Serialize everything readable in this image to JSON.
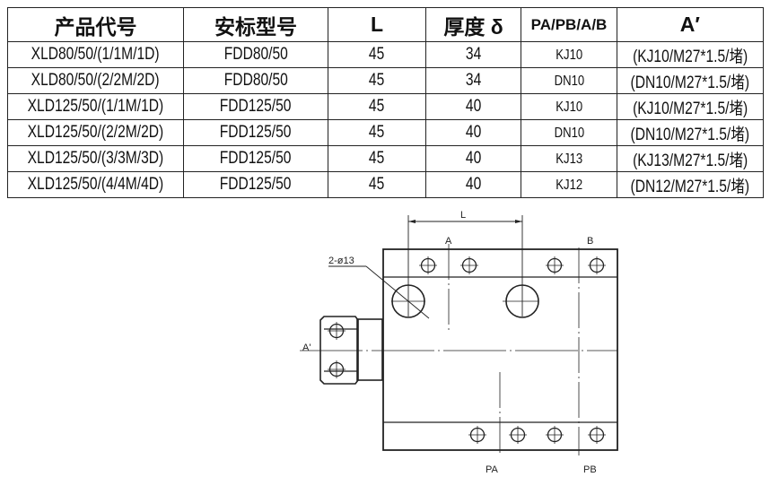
{
  "table": {
    "headers": [
      "产品代号",
      "安标型号",
      "L",
      "厚度 δ",
      "PA/PB/A/B",
      "A′"
    ],
    "rows": [
      [
        "XLD80/50/(1/1M/1D)",
        "FDD80/50",
        "45",
        "34",
        "KJ10",
        "(KJ10/M27*1.5/堵)"
      ],
      [
        "XLD80/50/(2/2M/2D)",
        "FDD80/50",
        "45",
        "34",
        "DN10",
        "(DN10/M27*1.5/堵)"
      ],
      [
        "XLD125/50/(1/1M/1D)",
        "FDD125/50",
        "45",
        "40",
        "KJ10",
        "(KJ10/M27*1.5/堵)"
      ],
      [
        "XLD125/50/(2/2M/2D)",
        "FDD125/50",
        "45",
        "40",
        "DN10",
        "(DN10/M27*1.5/堵)"
      ],
      [
        "XLD125/50/(3/3M/3D)",
        "FDD125/50",
        "45",
        "40",
        "KJ13",
        "(KJ13/M27*1.5/堵)"
      ],
      [
        "XLD125/50/(4/4M/4D)",
        "FDD125/50",
        "45",
        "40",
        "KJ12",
        "(DN12/M27*1.5/堵)"
      ]
    ]
  },
  "drawing": {
    "dim_L": "L",
    "hole_note": "2-ø13",
    "port_A": "A",
    "port_B": "B",
    "port_A_prime": "A'",
    "port_PA": "PA",
    "port_PB": "PB"
  }
}
